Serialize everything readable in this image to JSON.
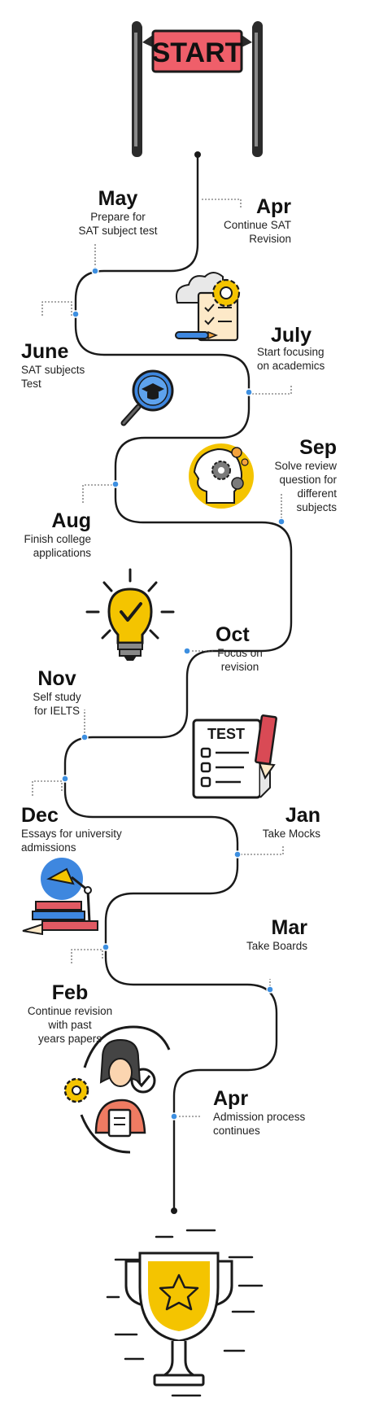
{
  "banner": {
    "label": "START"
  },
  "milestones": [
    {
      "month": "May",
      "desc": "Prepare for\nSAT subject test"
    },
    {
      "month": "Apr",
      "desc": "Continue SAT\nRevision"
    },
    {
      "month": "June",
      "desc": "SAT subjects\nTest"
    },
    {
      "month": "July",
      "desc": "Start focusing\non academics"
    },
    {
      "month": "Sep",
      "desc": "Solve review\nquestion for\ndifferent\nsubjects"
    },
    {
      "month": "Aug",
      "desc": "Finish college\napplications"
    },
    {
      "month": "Oct",
      "desc": "Focus on\nrevision"
    },
    {
      "month": "Nov",
      "desc": "Self study\nfor IELTS"
    },
    {
      "month": "Dec",
      "desc": "Essays for university\nadmissions"
    },
    {
      "month": "Jan",
      "desc": "Take Mocks"
    },
    {
      "month": "Mar",
      "desc": "Take Boards"
    },
    {
      "month": "Feb",
      "desc": "Continue revision\nwith past\nyears papers"
    },
    {
      "month": "Apr",
      "desc": "Admission process\ncontinues"
    }
  ],
  "test_sheet": {
    "label": "TEST"
  },
  "colors": {
    "path": "#1a1a1a",
    "node": "#3d8fe0",
    "banner_red": "#ef5f6a",
    "accent_yellow": "#f4c400",
    "accent_blue": "#3e87df",
    "accent_orange": "#f3a23c"
  },
  "icons": [
    "start-banner-icon",
    "gears-document-icon",
    "magnifier-graduation-icon",
    "head-gears-icon",
    "lightbulb-check-icon",
    "test-sheet-icon",
    "books-lamp-icon",
    "person-process-icon",
    "trophy-star-icon"
  ]
}
